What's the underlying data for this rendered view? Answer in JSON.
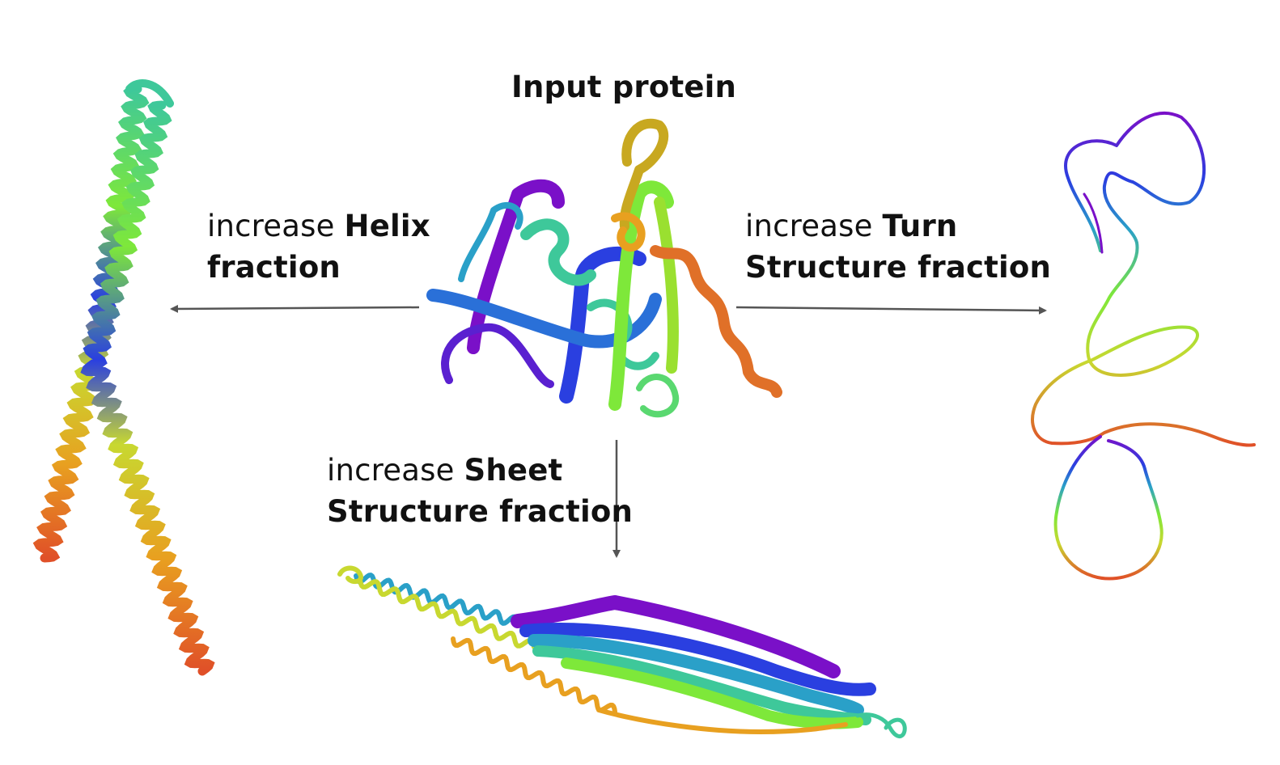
{
  "title": "Input protein",
  "helix": {
    "prefix": "increase",
    "bold_line1": "Helix",
    "bold_line2": "fraction"
  },
  "turn": {
    "prefix": "increase",
    "bold_line1": "Turn",
    "bold_line2": "Structure fraction"
  },
  "sheet": {
    "prefix": "increase",
    "bold_line1": "Sheet",
    "bold_line2": "Structure fraction"
  },
  "colors": {
    "arrow": "#555555",
    "rainbow": [
      "#7a10c8",
      "#2a3fe0",
      "#2aa0c8",
      "#3ec89a",
      "#7ee83a",
      "#c8d830",
      "#e8a020",
      "#e05028"
    ]
  }
}
